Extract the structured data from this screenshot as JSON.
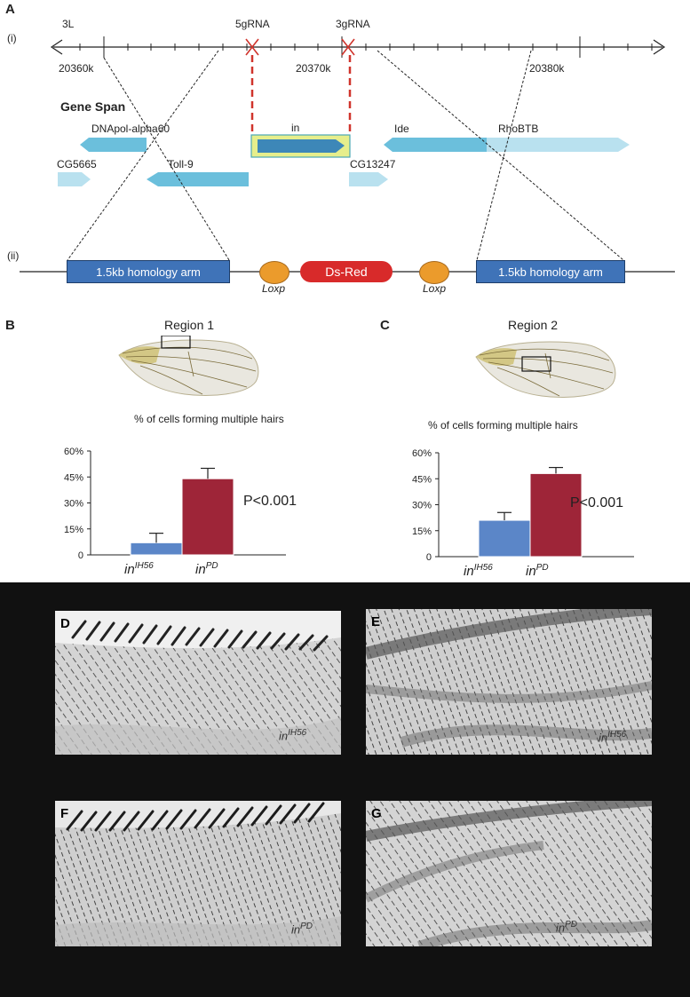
{
  "panelA": {
    "letter": "A",
    "sub_i": "(i)",
    "sub_ii": "(ii)",
    "chrom": "3L",
    "ticks": [
      "20360k",
      "20370k",
      "20380k"
    ],
    "grna5": "5gRNA",
    "grna3": "3gRNA",
    "gene_span_title": "Gene Span",
    "genes": {
      "dnapol": "DNApol-alpha60",
      "in_gene": "in",
      "ide": "Ide",
      "rhobtb": "RhoBTB",
      "cg5665": "CG5665",
      "toll9": "Toll-9",
      "cg13247": "CG13247"
    },
    "construct": {
      "arm_left": "1.5kb homology arm",
      "loxp_left": "Loxp",
      "dsred": "Ds-Red",
      "loxp_right": "Loxp",
      "arm_right": "1.5kb homology arm"
    },
    "colors": {
      "gene_blue": "#6bbfdc",
      "gene_light": "#b9e1ef",
      "in_box": "#e6ee8c",
      "dsred": "#d82a2a",
      "loxp": "#eb9b2c",
      "arm": "#3f73b8"
    }
  },
  "panelB": {
    "letter": "B",
    "region": "Region 1",
    "metric": "%  of cells forming multiple hairs",
    "pvalue": "P<0.001"
  },
  "panelC": {
    "letter": "C",
    "region": "Region 2",
    "metric": "%  of cells forming multiple hairs",
    "pvalue": "P<0.001"
  },
  "genotypes": {
    "in_base": "in",
    "ih56": "IH56",
    "pd": "PD"
  },
  "chart_data": [
    {
      "type": "bar",
      "categories": [
        "inIH56",
        "inPD"
      ],
      "values": [
        7,
        44
      ],
      "errors": [
        5.5,
        6
      ],
      "ylim": [
        0,
        60
      ],
      "yticks": [
        "0",
        "15%",
        "30%",
        "45%",
        "60%"
      ],
      "colors": [
        "#5b86c8",
        "#9e2538"
      ],
      "annotation": "P<0.001"
    },
    {
      "type": "bar",
      "categories": [
        "inIH56",
        "inPD"
      ],
      "values": [
        21,
        48
      ],
      "errors": [
        4.5,
        3.5
      ],
      "ylim": [
        0,
        60
      ],
      "yticks": [
        "0",
        "15%",
        "30%",
        "45%",
        "60%"
      ],
      "colors": [
        "#5b86c8",
        "#9e2538"
      ],
      "annotation": "P<0.001"
    }
  ],
  "micrographs": {
    "D": "D",
    "E": "E",
    "F": "F",
    "G": "G"
  }
}
